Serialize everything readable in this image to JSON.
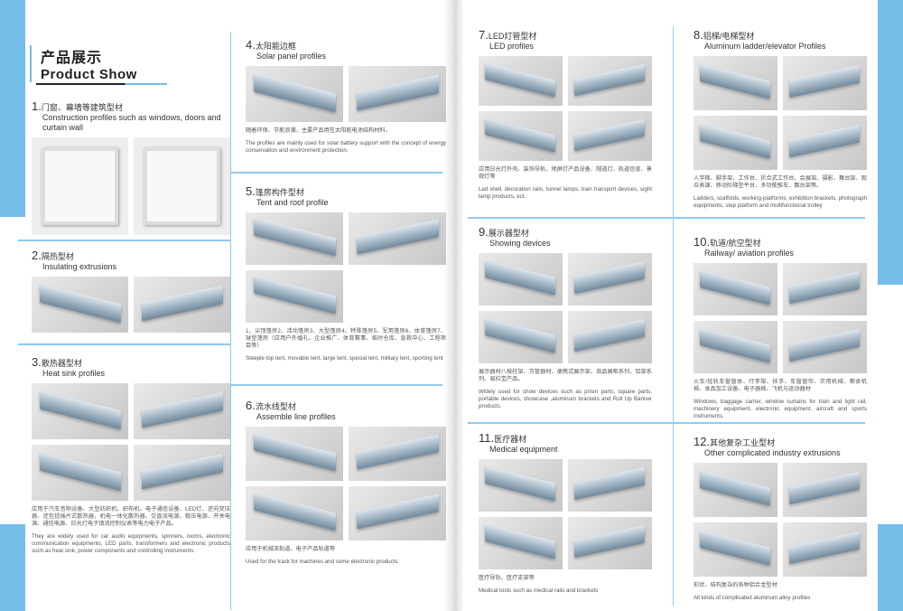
{
  "header": {
    "title_cn": "产品展示",
    "title_en": "Product Show"
  },
  "sections": [
    {
      "num": "1.",
      "cn": "门窗、幕墙等建筑型材",
      "en": "Construction profiles such as windows, doors and curtain wall",
      "images": 2,
      "text_cn": "",
      "text_en": ""
    },
    {
      "num": "2.",
      "cn": "隔热型材",
      "en": "Insulating extrusions",
      "images": 2,
      "text_cn": "",
      "text_en": ""
    },
    {
      "num": "3.",
      "cn": "散热器型材",
      "en": "Heat sink profiles",
      "images": 4,
      "text_cn": "应用于汽车音响设备、大型纺织机、织布机、电子通信设备、LED灯、逆向变压器、还包括插片式散热器，机电一体化散热器、交直流电源、稳压电源、开关电源、通信电源、日光灯电子镇流控制仪表等电力电子产品。",
      "text_en": "They are widely used for car audio equipments, spinners, looms, electronic communication equipments, LED parts, transformers and electronic products such as heat sink, power components and controlling instruments."
    },
    {
      "num": "4.",
      "cn": "太阳能边框",
      "en": "Solar panel profiles",
      "images": 2,
      "text_cn": "随着环保、节能浪潮，主要产品用在太阳能电池结构材料。",
      "text_en": "The profiles are mainly used for solar battery support with the concept of energy conservation and environment protection."
    },
    {
      "num": "5.",
      "cn": "篷房构件型材",
      "en": "Tent and roof profile",
      "images": 3,
      "text_cn": "1、尖顶篷房2、活动篷房3、大型篷房4、特殊篷房5、军用篷房6、体育篷房7、球型篷房（应用户外婚礼、企业推广、体育赛事、临时仓库、急救中心、工程项目等）",
      "text_en": "Steeple top tent, movable tent, large tent, special tent, military tent, sporting tent"
    },
    {
      "num": "6.",
      "cn": "流水线型材",
      "en": "Assemble line profiles",
      "images": 4,
      "text_cn": "应用于机械流轨道、电子产品轨道等",
      "text_en": "Used for the track for machines and some electronic products"
    },
    {
      "num": "7.",
      "cn": "LED灯管型材",
      "en": "LED profiles",
      "images": 4,
      "text_cn": "应用日光灯外壳、装饰导轨、地屏灯产品设备、隧道灯、轨道信息、景观灯等",
      "text_en": "Led shell, decoration rails, tunnel lamps, train transport devices, sight lamp products, ect."
    },
    {
      "num": "8.",
      "cn": "铝梯/电梯型材",
      "en": "Aluminum ladder/elevator Profiles",
      "images": 4,
      "text_cn": "人字梯、脚手架、工作台、折合式工作台、会展架、摄影、舞台架、观众表演、移动阶梯型平台、多功能推车、飘台架等。",
      "text_en": "Ladders, scaffolds, working-platforms, exhibition brackets, photograph equipments, step platform and multifunctional trolley"
    },
    {
      "num": "9.",
      "cn": "展示器型材",
      "en": "Showing devices",
      "images": 4,
      "text_cn": "展示器材八棱柱架、方管器材、便携式展示架、商品展柜系列、铝架系列、易拉宝产品。",
      "text_en": "Widely used for show devices such as prism parts, square parts, portable devices, showcase ,aluminum brackets and Roll Up Banner products."
    },
    {
      "num": "10.",
      "cn": "轨道/航空型材",
      "en": "Railway/ aviation profiles",
      "images": 4,
      "text_cn": "火车/轻轨车窗窗体、行李架、扶手、车窗窗帘、农用机械、粮食机械、食品加工设备、电子器械、飞机与运动器材",
      "text_en": "Windows, baggage carrier, window curtains for train and light rail, machinery equipment, electronic equipment, aircraft and sports instruments."
    },
    {
      "num": "11.",
      "cn": "医疗器材",
      "en": "Medical equipment",
      "images": 4,
      "text_cn": "医疗导轨、医疗支架等",
      "text_en": "Medical tools such as medical rails and brackets"
    },
    {
      "num": "12.",
      "cn": "其他复杂工业型材",
      "en": "Other complicated industry extrusions",
      "images": 4,
      "text_cn": "形状、结构复杂的各种铝合金型材",
      "text_en": "All kinds of complicated aluminum alloy profiles"
    }
  ]
}
